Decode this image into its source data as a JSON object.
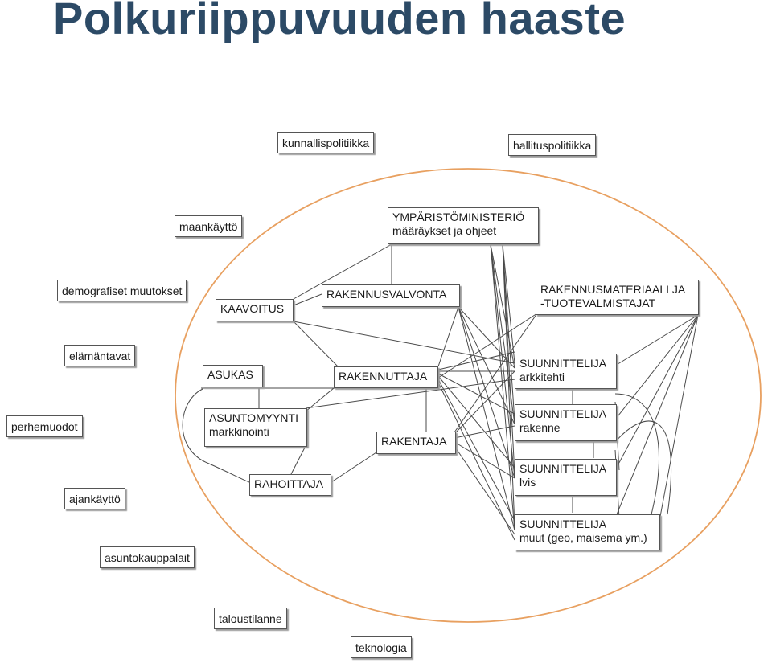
{
  "title": "Polkuriippuvuuden haaste",
  "colors": {
    "title": "#2c4a66",
    "ellipse": "#e8a060",
    "line": "#4a4a4a"
  },
  "outer_factors": {
    "kunnallispolitiikka": "kunnallispolitiikka",
    "hallituspolitiikka": "hallituspolitiikka",
    "maankaytto": "maankäyttö",
    "demografiset": "demografiset muutokset",
    "elamantavat": "elämäntavat",
    "perhemuodot": "perhemuodot",
    "ajankaytto": "ajankäyttö",
    "asuntokauppalait": "asuntokauppalait",
    "taloustilanne": "taloustilanne",
    "teknologia": "teknologia"
  },
  "actors": {
    "ymparisto": {
      "title": "YMPÄRISTÖMINISTERIÖ",
      "subtitle": "määräykset ja ohjeet"
    },
    "rakennusmateriaali": {
      "title": "RAKENNUSMATERIAALI JA",
      "subtitle": "-TUOTEVALMISTAJAT"
    },
    "kaavoitus": {
      "title": "KAAVOITUS"
    },
    "rakennusvalvonta": {
      "title": "RAKENNUSVALVONTA"
    },
    "asukas": {
      "title": "ASUKAS"
    },
    "rakennuttaja": {
      "title": "RAKENNUTTAJA"
    },
    "asuntomyynti": {
      "title": "ASUNTOMYYNTI",
      "subtitle": "markkinointi"
    },
    "rakentaja": {
      "title": "RAKENTAJA"
    },
    "rahoittaja": {
      "title": "RAHOITTAJA"
    },
    "suun_arkkitehti": {
      "title": "SUUNNITTELIJA",
      "subtitle": "arkkitehti"
    },
    "suun_rakenne": {
      "title": "SUUNNITTELIJA",
      "subtitle": "rakenne"
    },
    "suun_lvis": {
      "title": "SUUNNITTELIJA",
      "subtitle": "lvis"
    },
    "suun_muut": {
      "title": "SUUNNITTELIJA",
      "subtitle": "muut (geo, maisema ym.)"
    }
  }
}
